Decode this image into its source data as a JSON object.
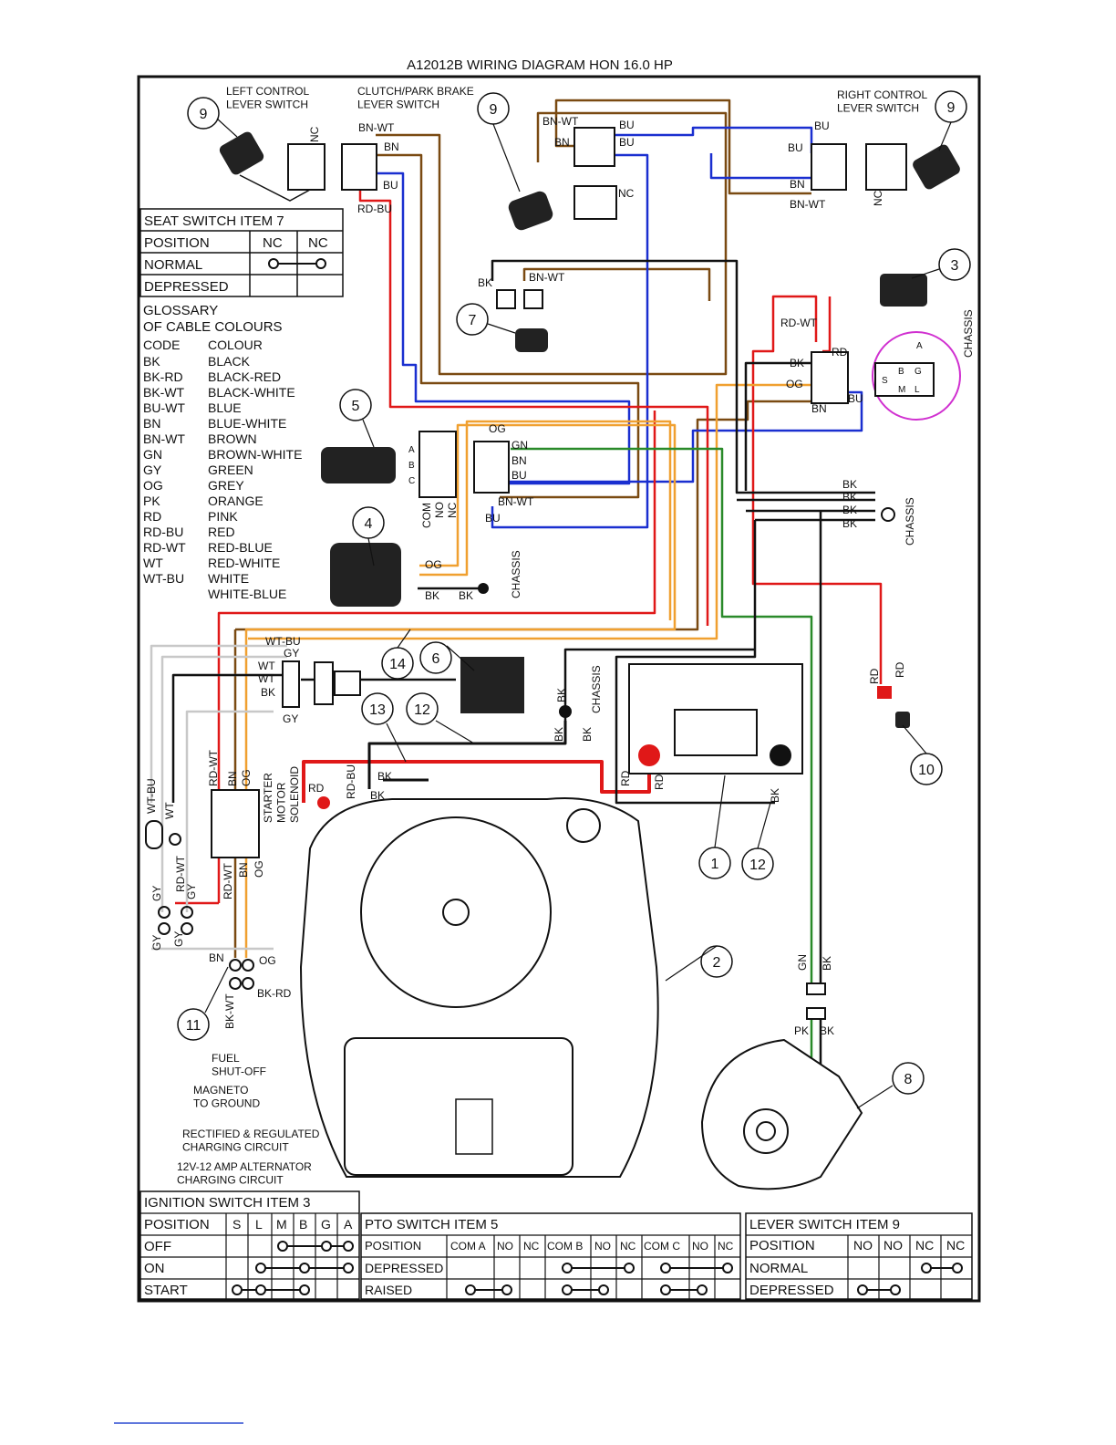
{
  "title": "A12012B WIRING DIAGRAM HON 16.0 HP",
  "colors": {
    "brown": "#7a4a12",
    "blue": "#1a2fd0",
    "red": "#e01818",
    "orange": "#f0a030",
    "green": "#2a8a2a",
    "black": "#111111",
    "grey": "#c8c8c8",
    "magenta": "#d030d0"
  },
  "component_labels": {
    "left_lever_switch": "LEFT CONTROL\nLEVER SWITCH",
    "clutch_switch": "CLUTCH/PARK BRAKE\nLEVER SWITCH",
    "right_lever_switch": "RIGHT CONTROL\nLEVER SWITCH",
    "chassis": "CHASSIS",
    "starter_solenoid": "STARTER\nMOTOR\nSOLENOID",
    "fuel_shutoff": "FUEL\nSHUT-OFF",
    "magneto": "MAGNETO\nTO GROUND",
    "rectified": "RECTIFIED & REGULATED\nCHARGING CIRCUIT",
    "alternator": "12V-12 AMP ALTERNATOR\nCHARGING CIRCUIT"
  },
  "callouts": [
    "1",
    "2",
    "3",
    "4",
    "5",
    "6",
    "7",
    "8",
    "9",
    "10",
    "11",
    "12",
    "13",
    "14"
  ],
  "wire_labels": {
    "bn_wt": "BN-WT",
    "bn": "BN",
    "bu": "BU",
    "rd_bu": "RD-BU",
    "bk": "BK",
    "rd_wt": "RD-WT",
    "rd": "RD",
    "og": "OG",
    "gn": "GN",
    "gy": "GY",
    "wt": "WT",
    "wt_bu": "WT-BU",
    "bk_rd": "BK-RD",
    "bk_wt": "BK-WT",
    "pk": "PK",
    "nc": "NC",
    "com": "COM",
    "no": "NO"
  },
  "ignition_letters": [
    "A",
    "B",
    "G",
    "S",
    "M",
    "L"
  ],
  "pto_pins": [
    "A",
    "B",
    "C"
  ],
  "seat_table": {
    "title": "SEAT SWITCH ITEM 7",
    "headers": [
      "POSITION",
      "NC",
      "NC"
    ],
    "rows": [
      "NORMAL",
      "DEPRESSED"
    ]
  },
  "glossary": {
    "title": "GLOSSARY\nOF CABLE COLOURS",
    "code_header": "CODE",
    "colour_header": "COLOUR",
    "codes": [
      "BK",
      "BK-RD",
      "BK-WT",
      "BU-WT",
      "BN",
      "BN-WT",
      "GN",
      "GY",
      "OG",
      "PK",
      "RD",
      "RD-BU",
      "RD-WT",
      "WT",
      "WT-BU"
    ],
    "colours": [
      "BLACK",
      "BLACK-RED",
      "BLACK-WHITE",
      "BLUE",
      "BLUE-WHITE",
      "BROWN",
      "BROWN-WHITE",
      "GREEN",
      "GREY",
      "ORANGE",
      "PINK",
      "RED",
      "RED-BLUE",
      "RED-WHITE",
      "WHITE",
      "WHITE-BLUE"
    ]
  },
  "ignition_table": {
    "title": "IGNITION SWITCH ITEM 3",
    "headers": [
      "POSITION",
      "S",
      "L",
      "M",
      "B",
      "G",
      "A"
    ],
    "rows": [
      "OFF",
      "ON",
      "START"
    ]
  },
  "pto_table": {
    "title": "PTO SWITCH ITEM 5",
    "headers": [
      "POSITION",
      "COM A",
      "NO",
      "NC",
      "COM B",
      "NO",
      "NC",
      "COM C",
      "NO",
      "NC"
    ],
    "rows": [
      "DEPRESSED",
      "RAISED"
    ]
  },
  "lever_table": {
    "title": "LEVER SWITCH ITEM 9",
    "headers": [
      "POSITION",
      "NO",
      "NO",
      "NC",
      "NC"
    ],
    "rows": [
      "NORMAL",
      "DEPRESSED"
    ]
  }
}
